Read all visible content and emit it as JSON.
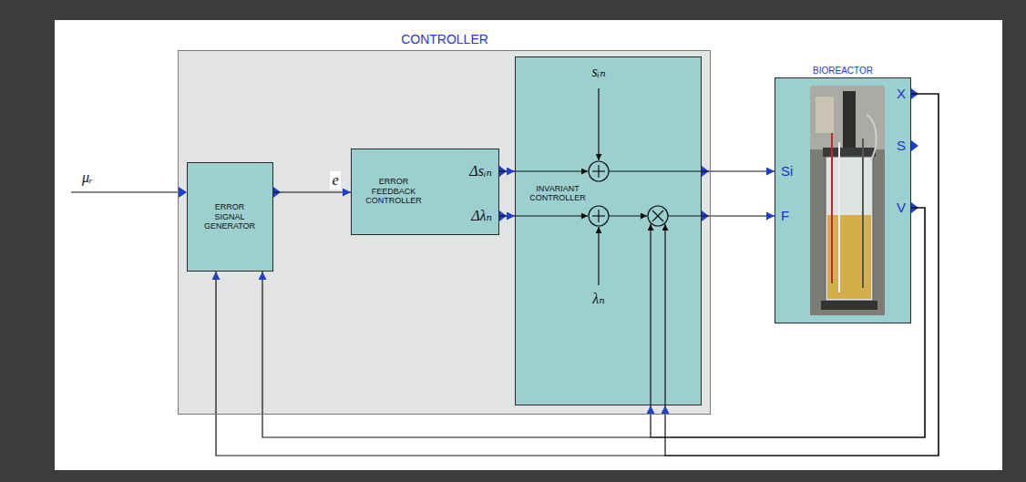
{
  "diagram": {
    "nodes": [
      {
        "text": [
          "CONTROLLER"
        ]
      },
      {
        "text": [
          "ERROR SIGNAL GENERATOR"
        ],
        "in": 0
      },
      {
        "text": [
          "ERROR FEEDBACK CONTROLLER",
          "Δsᵢₙ",
          "Δλₙ"
        ],
        "in": 0
      },
      {
        "text": [
          "INVARIANT CONTROLLER"
        ],
        "in": 0
      },
      {
        "text": [
          "BIOREACTOR",
          "Si",
          "X",
          "S",
          "F",
          "V"
        ]
      }
    ],
    "edges": [
      {
        "from": 1,
        "to": 2,
        "label": "e",
        "arrow": "to"
      },
      {
        "from": 2,
        "to": 3,
        "arrow": "to"
      },
      {
        "from": 2,
        "to": 3,
        "arrow": "to"
      },
      {
        "from": 3,
        "to": 4,
        "arrow": "to"
      },
      {
        "from": 3,
        "to": 4,
        "arrow": "to"
      },
      {
        "from": 4,
        "to": 1,
        "arrow": "to"
      },
      {
        "from": 4,
        "to": 1,
        "arrow": "to"
      },
      {
        "from": 4,
        "to": 3,
        "arrow": "to"
      },
      {
        "from": 4,
        "to": 3,
        "arrow": "to"
      }
    ],
    "labels": [
      "μᵣ",
      "sᵢₙ",
      "λₙ"
    ]
  }
}
